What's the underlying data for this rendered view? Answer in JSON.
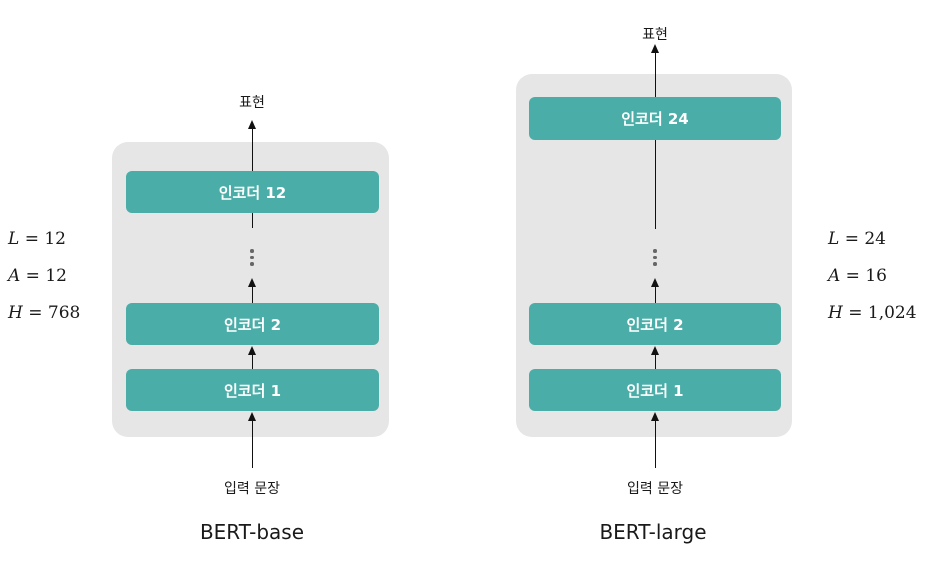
{
  "base": {
    "caption": "BERT-base",
    "output_label": "표현",
    "input_label": "입력 문장",
    "encoders": [
      "인코더 12",
      "인코더 2",
      "인코더 1"
    ],
    "params": [
      {
        "name": "L",
        "value": "12"
      },
      {
        "name": "A",
        "value": "12"
      },
      {
        "name": "H",
        "value": "768"
      }
    ]
  },
  "large": {
    "caption": "BERT-large",
    "output_label": "표현",
    "input_label": "입력 문장",
    "encoders": [
      "인코더 24",
      "인코더 2",
      "인코더 1"
    ],
    "params": [
      {
        "name": "L",
        "value": "24"
      },
      {
        "name": "A",
        "value": "16"
      },
      {
        "name": "H",
        "value": "1,024"
      }
    ]
  },
  "colors": {
    "encoder": "#4aada8",
    "panel": "#e6e6e6"
  }
}
